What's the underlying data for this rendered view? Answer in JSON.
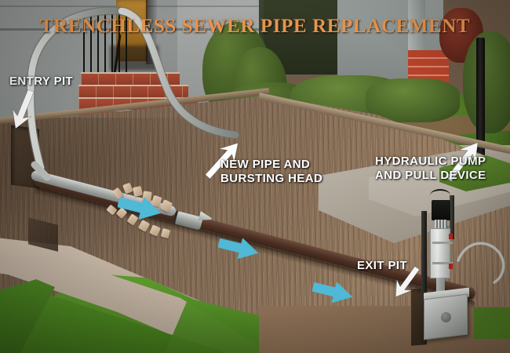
{
  "title": "TRENCHLESS SEWER PIPE REPLACEMENT",
  "title_color": "#e8944c",
  "labels": {
    "entry_pit": "ENTRY PIT",
    "new_pipe_line1": "NEW PIPE AND",
    "new_pipe_line2": "BURSTING HEAD",
    "pump_line1": "HYDRAULIC PUMP",
    "pump_line2": "AND PULL DEVICE",
    "exit_pit": "EXIT PIT"
  },
  "colors": {
    "label_text": "#ffffff",
    "new_pipe": "#b9bcb9",
    "old_pipe": "#4a2f22",
    "soil": "#7c6450",
    "grass": "#4e8a22",
    "direction_arrow": "#4fb9d6",
    "concrete": "#b5aea2",
    "brick": "#a84a32",
    "pump_body": "#cdd0cd"
  },
  "icons": {
    "entry_pointer": "white-arrow-down-right",
    "newpipe_pointer": "white-arrow-down-left",
    "pump_pointer": "white-arrow-down-left",
    "exit_pointer": "white-arrow-down-right",
    "flow_1": "cyan-arrow-right",
    "flow_2": "cyan-arrow-right",
    "flow_3": "cyan-arrow-right"
  },
  "scene": {
    "description": "Cutaway illustration of trenchless sewer pipe bursting beneath a residential front yard",
    "above_ground": [
      "house",
      "brick-steps",
      "iron-railing",
      "hedges",
      "lawn",
      "sidewalk",
      "lamp-post"
    ],
    "below_ground": [
      "entry-pit",
      "old-sewer-pipe",
      "new-pipe",
      "bursting-head",
      "pipe-fragments",
      "exit-pit",
      "hydraulic-pump"
    ]
  }
}
